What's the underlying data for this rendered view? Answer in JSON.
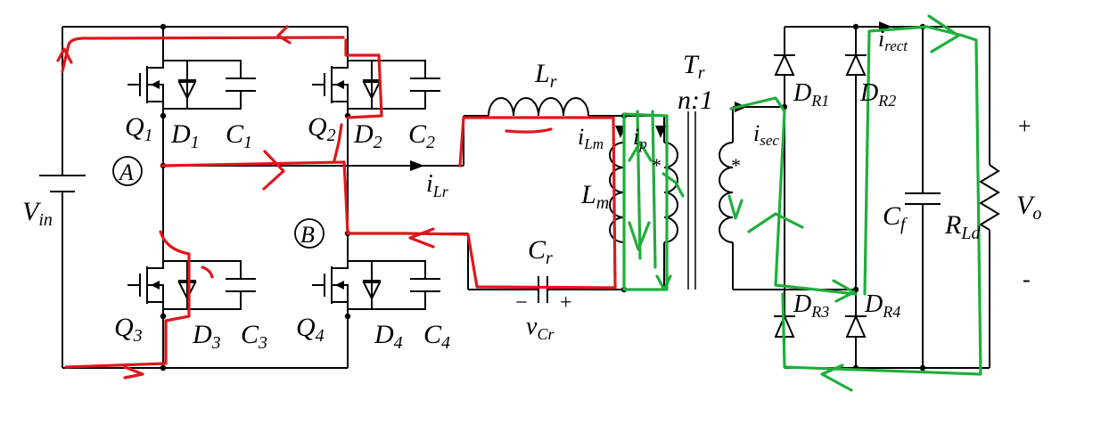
{
  "labels": {
    "vin": {
      "main": "V",
      "sub": "in"
    },
    "nodeA": "A",
    "nodeB": "B",
    "q1": {
      "main": "Q",
      "sub": "1"
    },
    "d1": {
      "main": "D",
      "sub": "1"
    },
    "c1": {
      "main": "C",
      "sub": "1"
    },
    "q2": {
      "main": "Q",
      "sub": "2"
    },
    "d2": {
      "main": "D",
      "sub": "2"
    },
    "c2": {
      "main": "C",
      "sub": "2"
    },
    "q3": {
      "main": "Q",
      "sub": "3"
    },
    "d3": {
      "main": "D",
      "sub": "3"
    },
    "c3": {
      "main": "C",
      "sub": "3"
    },
    "q4": {
      "main": "Q",
      "sub": "4"
    },
    "d4": {
      "main": "D",
      "sub": "4"
    },
    "c4": {
      "main": "C",
      "sub": "4"
    },
    "lr": {
      "main": "L",
      "sub": "r"
    },
    "ilr": {
      "main": "i",
      "sub": "Lr"
    },
    "ilm": {
      "main": "i",
      "sub": "Lm"
    },
    "ip": {
      "main": "i",
      "sub": "p"
    },
    "lm": {
      "main": "L",
      "sub": "m"
    },
    "cr": {
      "main": "C",
      "sub": "r"
    },
    "vcr": {
      "main": "v",
      "sub": "Cr"
    },
    "vcr_minus": "−",
    "vcr_plus": "+",
    "tr": {
      "main": "T",
      "sub": "r"
    },
    "ratio": "n:1",
    "isec": {
      "main": "i",
      "sub": "sec"
    },
    "dr1": {
      "main": "D",
      "sub": "R1"
    },
    "dr2": {
      "main": "D",
      "sub": "R2"
    },
    "dr3": {
      "main": "D",
      "sub": "R3"
    },
    "dr4": {
      "main": "D",
      "sub": "R4"
    },
    "irect": {
      "main": "i",
      "sub": "rect"
    },
    "cf": {
      "main": "C",
      "sub": "f"
    },
    "rld": {
      "main": "R",
      "sub": "Ld"
    },
    "vo": {
      "main": "V",
      "sub": "o"
    },
    "out_plus": "+",
    "out_minus": "-",
    "dot_mark": "*"
  },
  "colors": {
    "circuit": "#000000",
    "primary_path": "#e0161b",
    "secondary_path": "#1fae3c"
  }
}
